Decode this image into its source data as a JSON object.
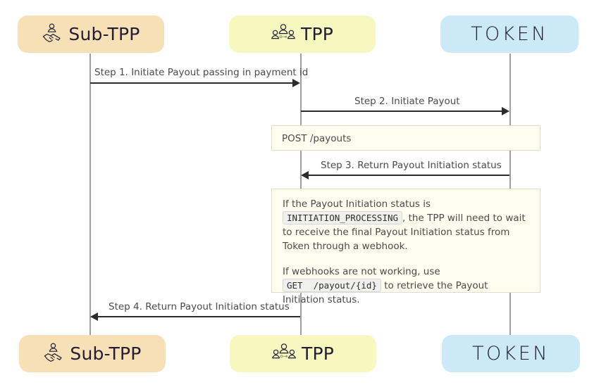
{
  "diagram": {
    "title": "Payout initiation sequence",
    "type": "sequence-diagram",
    "colors": {
      "sub_tpp_box": "#f7e0b5",
      "tpp_box": "#f7f8c0",
      "token_box": "#cce9f7",
      "note_bg": "#fffdf0",
      "note_border": "#e2ddc8",
      "lifeline": "#9e9e9e",
      "arrow": "#2b2b2b",
      "label_text": "#4a4a4a",
      "participant_text": "#221c35"
    },
    "participants": [
      {
        "id": "sub-tpp",
        "label": "Sub-TPP",
        "icon": "handshake-people-icon"
      },
      {
        "id": "tpp",
        "label": "TPP",
        "icon": "three-people-icon"
      },
      {
        "id": "token",
        "label": "TOKEN",
        "icon": "none"
      }
    ],
    "messages": [
      {
        "id": "step1",
        "label": "Step 1. Initiate Payout passing in payment id",
        "from": "sub-tpp",
        "to": "tpp",
        "direction": "right"
      },
      {
        "id": "step2",
        "label": "Step 2. Initiate Payout",
        "from": "tpp",
        "to": "token",
        "direction": "right"
      },
      {
        "id": "step3",
        "label": "Step 3. Return Payout Initiation status",
        "from": "token",
        "to": "tpp",
        "direction": "left"
      },
      {
        "id": "step4",
        "label": "Step 4. Return Payout Initiation status",
        "from": "tpp",
        "to": "sub-tpp",
        "direction": "left"
      }
    ],
    "notes": {
      "post_payouts": {
        "text": "POST /payouts"
      },
      "webhook_note": {
        "para1_before": "If the Payout Initiation status is",
        "para1_code": "INITIATION_PROCESSING",
        "para1_after": ", the TPP will need to wait to receive the final Payout Initiation status from Token through a webhook.",
        "para2_before": "If webhooks are not working, use",
        "para2_code": "GET  /payout/{id}",
        "para2_after": "to retrieve the Payout Initiation status."
      }
    }
  }
}
